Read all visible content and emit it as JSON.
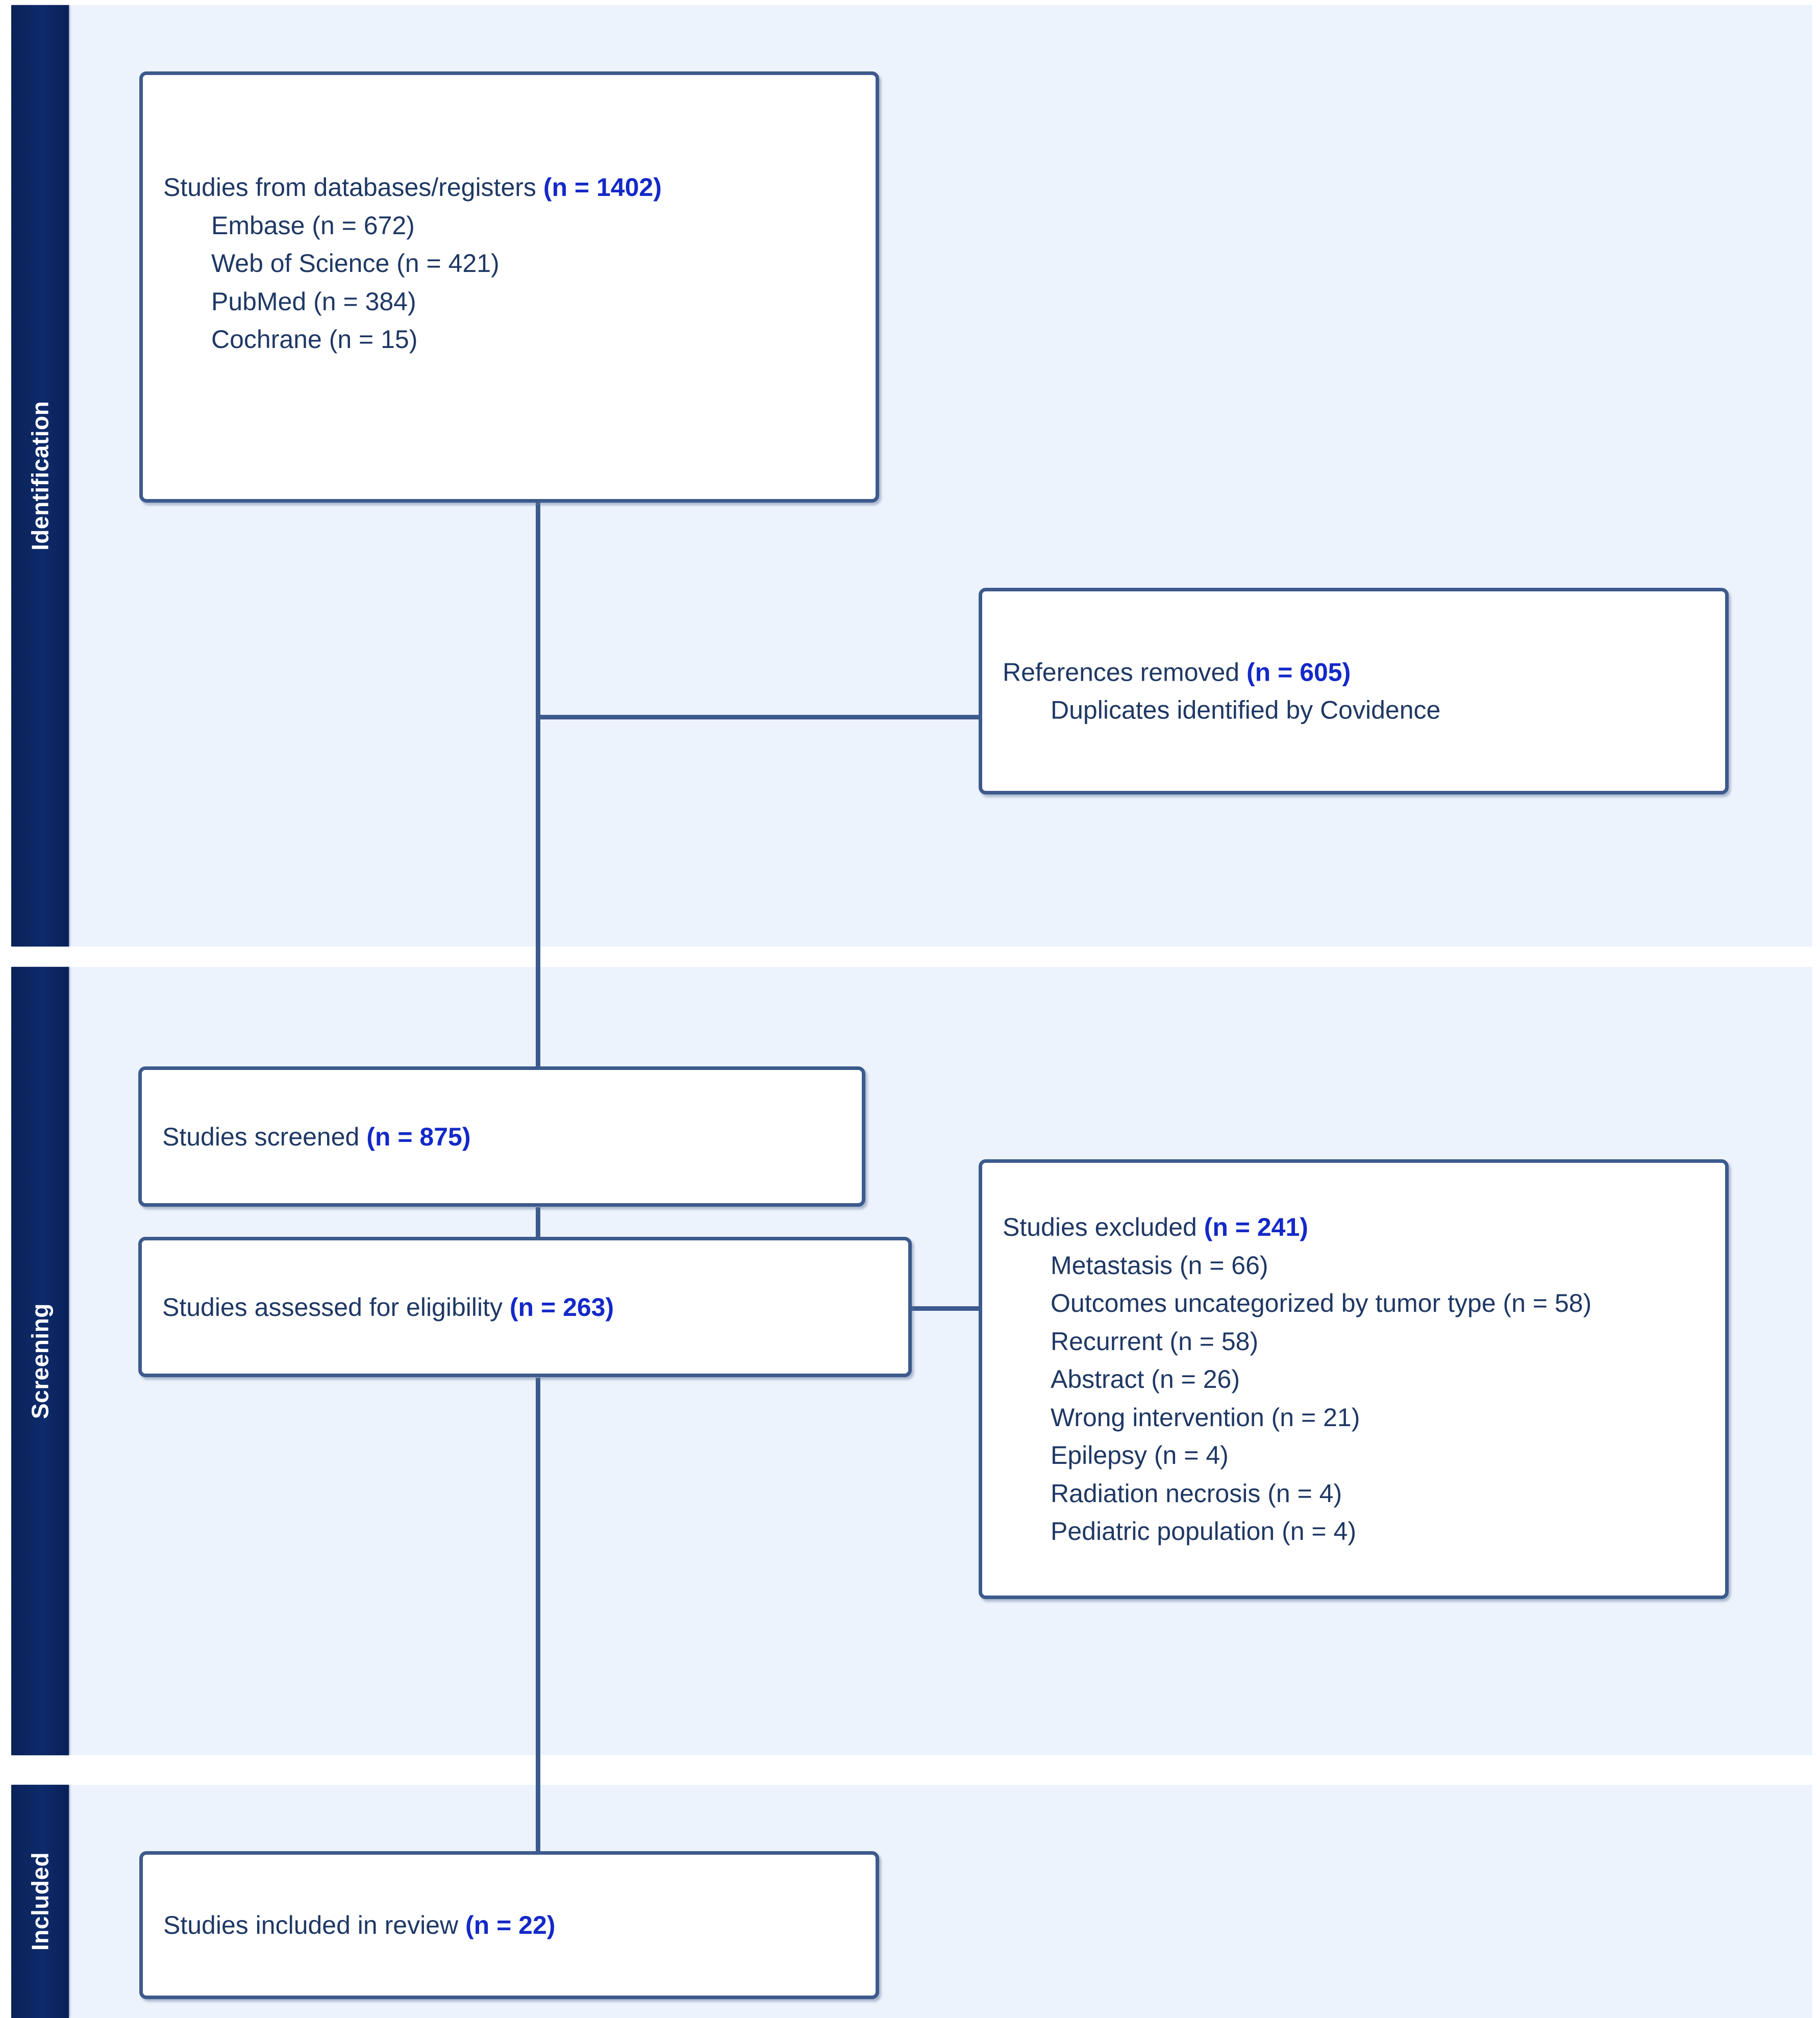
{
  "diagram": {
    "type": "prisma-flow-diagram",
    "colors": {
      "band_background": "#edf3fc",
      "band_bar": "#0c2461",
      "box_border": "#3c5a8c",
      "text": "#1f3864",
      "highlight": "#1429c8",
      "page_background": "#ffffff"
    }
  },
  "bands": [
    {
      "id": "identification",
      "label": "Identification"
    },
    {
      "id": "screening",
      "label": "Screening"
    },
    {
      "id": "included",
      "label": "Included"
    }
  ],
  "boxes": {
    "identification": {
      "header_text": "Studies from databases/registers ",
      "header_count": "(n = 1402)",
      "items": [
        "Embase (n = 672)",
        "Web of Science (n = 421)",
        "PubMed (n = 384)",
        "Cochrane (n = 15)"
      ]
    },
    "references_removed": {
      "header_text": "References removed ",
      "header_count": "(n = 605)",
      "items": [
        "Duplicates identified by Covidence"
      ]
    },
    "studies_screened": {
      "header_text": "Studies screened ",
      "header_count": "(n = 875)",
      "items": []
    },
    "studies_assessed": {
      "header_text": "Studies assessed for eligibility ",
      "header_count": "(n = 263)",
      "items": []
    },
    "studies_excluded": {
      "header_text": "Studies excluded ",
      "header_count": "(n = 241)",
      "items": [
        "Metastasis (n = 66)",
        "Outcomes uncategorized by tumor type (n = 58)",
        "Recurrent (n = 58)",
        "Abstract (n = 26)",
        "Wrong intervention (n = 21)",
        "Epilepsy (n = 4)",
        "Radiation necrosis (n = 4)",
        "Pediatric population (n = 4)"
      ]
    },
    "studies_included": {
      "header_text": "Studies included in review ",
      "header_count": "(n = 22)",
      "items": []
    }
  },
  "chart_data": {
    "type": "diagram",
    "title": "PRISMA 2020 flow diagram",
    "nodes": [
      {
        "id": "identification",
        "stage": "Identification",
        "label": "Studies from databases/registers",
        "n": 1402,
        "breakdown": [
          {
            "source": "Embase",
            "n": 672
          },
          {
            "source": "Web of Science",
            "n": 421
          },
          {
            "source": "PubMed",
            "n": 384
          },
          {
            "source": "Cochrane",
            "n": 15
          }
        ]
      },
      {
        "id": "references_removed",
        "stage": "Identification",
        "label": "References removed",
        "n": 605,
        "breakdown": [
          {
            "reason": "Duplicates identified by Covidence",
            "n": null
          }
        ]
      },
      {
        "id": "studies_screened",
        "stage": "Screening",
        "label": "Studies screened",
        "n": 875,
        "breakdown": []
      },
      {
        "id": "studies_assessed",
        "stage": "Screening",
        "label": "Studies assessed for eligibility",
        "n": 263,
        "breakdown": []
      },
      {
        "id": "studies_excluded",
        "stage": "Screening",
        "label": "Studies excluded",
        "n": 241,
        "breakdown": [
          {
            "reason": "Metastasis",
            "n": 66
          },
          {
            "reason": "Outcomes uncategorized by tumor type",
            "n": 58
          },
          {
            "reason": "Recurrent",
            "n": 58
          },
          {
            "reason": "Abstract",
            "n": 26
          },
          {
            "reason": "Wrong intervention",
            "n": 21
          },
          {
            "reason": "Epilepsy",
            "n": 4
          },
          {
            "reason": "Radiation necrosis",
            "n": 4
          },
          {
            "reason": "Pediatric population",
            "n": 4
          }
        ]
      },
      {
        "id": "studies_included",
        "stage": "Included",
        "label": "Studies included in review",
        "n": 22,
        "breakdown": []
      }
    ],
    "edges": [
      {
        "from": "identification",
        "to": "studies_screened",
        "direction": "down"
      },
      {
        "from": "identification",
        "to": "references_removed",
        "direction": "right"
      },
      {
        "from": "studies_screened",
        "to": "studies_assessed",
        "direction": "down"
      },
      {
        "from": "studies_assessed",
        "to": "studies_excluded",
        "direction": "right"
      },
      {
        "from": "studies_assessed",
        "to": "studies_included",
        "direction": "down"
      }
    ]
  }
}
